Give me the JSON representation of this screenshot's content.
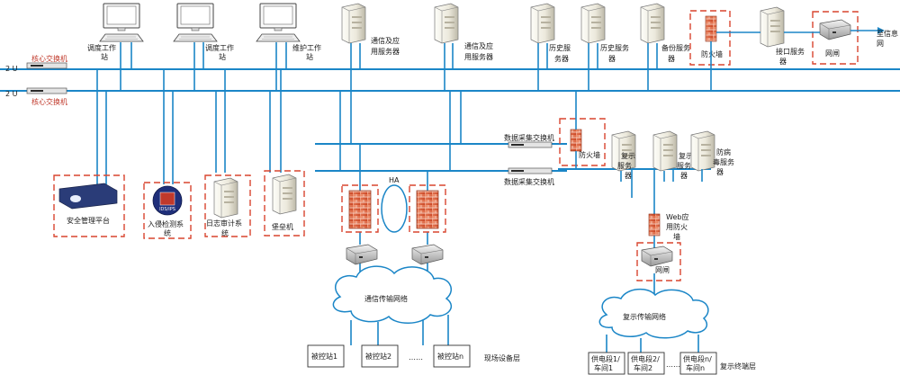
{
  "left_markers": {
    "top": "2 U",
    "bottom": "2 U"
  },
  "core_switch_top": "核心交换机",
  "core_switch_bottom": "核心交换机",
  "workstations": [
    {
      "line1": "调度工作",
      "line2": "站"
    },
    {
      "line1": "调度工作",
      "line2": "站"
    },
    {
      "line1": "维护工作",
      "line2": "站"
    }
  ],
  "top_servers": {
    "comm1": {
      "line1": "通信及应",
      "line2": "用服务器"
    },
    "comm2": {
      "line1": "通信及应",
      "line2": "用服务器"
    },
    "hist1": {
      "line1": "历史服",
      "line2": "务器"
    },
    "hist2": {
      "line1": "历史服务",
      "line2": "器"
    },
    "backup": {
      "line1": "备份服务",
      "line2": "器"
    },
    "firewall": "防火墙",
    "interface": {
      "line1": "接口服务",
      "line2": "器"
    },
    "gateway": "网闸",
    "to_info": {
      "line1": "至信息",
      "line2": "网"
    }
  },
  "data_switch_1": "数据采集交换机",
  "data_switch_2": "数据采集交换机",
  "ha_label": "HA",
  "mid_firewall": "防火墙",
  "replica_servers": [
    {
      "line1": "复示",
      "line2": "服务",
      "line3": "器"
    },
    {
      "line1": "复示",
      "line2": "服务",
      "line3": "器"
    },
    {
      "line1": "防病",
      "line2": "毒服务",
      "line3": "器"
    }
  ],
  "web_firewall": {
    "line1": "Web应",
    "line2": "用防火",
    "line3": "墙"
  },
  "web_gateway": "网闸",
  "security_devices": {
    "mgmt": "安全管理平台",
    "ids": {
      "line1": "入侵检测系",
      "line2": "统"
    },
    "audit": {
      "line1": "日志审计系",
      "line2": "统"
    },
    "bastion": "堡垒机"
  },
  "ids_badge": "IDS/IPS",
  "comm_cloud": "通信传输网络",
  "replica_cloud": "复示传输网络",
  "field_stations": [
    "被控站1",
    "被控站2",
    "被控站n"
  ],
  "field_ellipsis": "……",
  "field_layer": "现场设备层",
  "terminals": [
    {
      "line1": "供电段1/",
      "line2": "车间1"
    },
    {
      "line1": "供电段2/",
      "line2": "车间2"
    },
    {
      "line1": "供电段n/",
      "line2": "车间n"
    }
  ],
  "terminal_ellipsis": "……",
  "terminal_layer": "复示终端层",
  "colors": {
    "bus": "#1b86c7",
    "dash": "#d9452f",
    "label_red": "#c0392b",
    "firewall": "#e0603a"
  }
}
